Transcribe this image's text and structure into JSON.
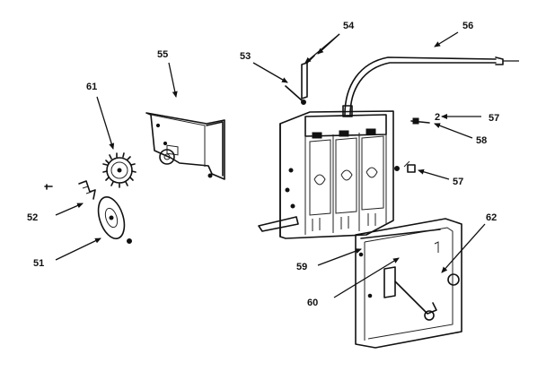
{
  "labels": {
    "l51": "51",
    "l52": "52",
    "l53": "53",
    "l54": "54",
    "l55": "55",
    "l56": "56",
    "l57a": "57",
    "l57b": "57",
    "l58": "58",
    "l59": "59",
    "l60": "60",
    "l61": "61",
    "l62": "62",
    "l2": "2"
  }
}
